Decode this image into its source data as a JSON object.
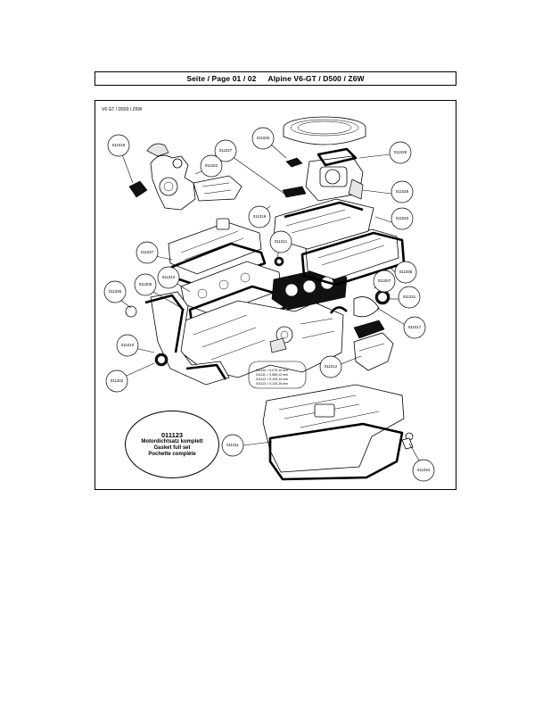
{
  "header": {
    "page_label": "Seite / Page 01 / 02",
    "model": "Alpine V6-GT / D500 / Z6W"
  },
  "panel": {
    "caption": "V6 GT / D500 / Z6W"
  },
  "callouts": [
    {
      "id": "011018"
    },
    {
      "id": "011025"
    },
    {
      "id": "011027"
    },
    {
      "id": "011028"
    },
    {
      "id": "011022"
    },
    {
      "id": "011026"
    },
    {
      "id": "011019"
    },
    {
      "id": "011023"
    },
    {
      "id": "011037"
    },
    {
      "id": "011041"
    },
    {
      "id": "011038"
    },
    {
      "id": "011014"
    },
    {
      "id": "011006"
    },
    {
      "id": "011007"
    },
    {
      "id": "011231"
    },
    {
      "id": "011035"
    },
    {
      "id": "011017"
    },
    {
      "id": "011010"
    },
    {
      "id": "011012"
    },
    {
      "id": "011202"
    },
    {
      "id": "011011"
    },
    {
      "id": "011034"
    }
  ],
  "thickness_note": [
    "011110 = 0,070,10 mm",
    "011111 = 0,080,12 mm",
    "011112 = 0,100,14 mm",
    "011113 = 0,120,16 mm"
  ],
  "gasket_set": {
    "number": "011123",
    "line_de": "Motordichtsatz komplett",
    "line_en": "Gasket full set",
    "line_fr": "Pochette complète"
  }
}
